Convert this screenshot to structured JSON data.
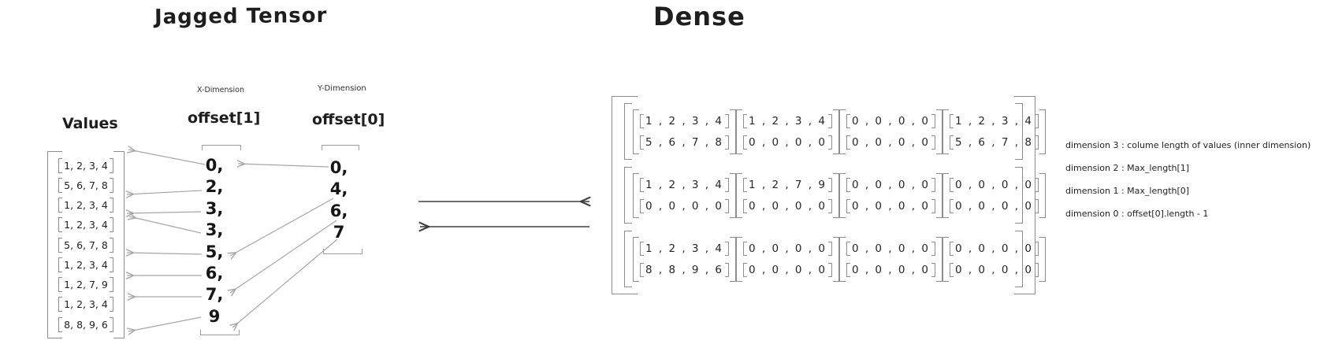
{
  "colors": {
    "ink": "#1e1e1e",
    "sketch_gray": "#8d8d8d",
    "arrow_gray": "#a6a6a6",
    "arrow_dark": "#3f3f3f"
  },
  "titles": {
    "jagged": "Jagged Tensor",
    "dense": "Dense"
  },
  "jagged": {
    "values_label": "Values",
    "x_dimension_label": "X-Dimension",
    "y_dimension_label": "Y-Dimension",
    "offset1_label": "offset[1]",
    "offset0_label": "offset[0]",
    "values_rows": [
      "1, 2, 3, 4",
      "5, 6, 7, 8",
      "1, 2, 3, 4",
      "1, 2, 3, 4",
      "5, 6, 7, 8",
      "1, 2, 3, 4",
      "1, 2, 7, 9",
      "1, 2, 3, 4",
      "8, 8, 9, 6"
    ],
    "offset1_values": [
      "0,",
      "2,",
      "3,",
      "3,",
      "5,",
      "6,",
      "7,",
      "9"
    ],
    "offset0_values": [
      "0,",
      "4,",
      "6,",
      "7"
    ]
  },
  "dense": {
    "rows": [
      {
        "blocks": [
          {
            "lines": [
              "1 , 2 , 3 , 4",
              "5 , 6 , 7 , 8"
            ]
          },
          {
            "lines": [
              "1 , 2 , 3 , 4",
              "0 , 0 , 0 , 0"
            ]
          },
          {
            "lines": [
              "0 , 0 , 0 , 0",
              "0 , 0 , 0 , 0"
            ]
          },
          {
            "lines": [
              "1 , 2 , 3 , 4",
              "5 , 6 , 7 , 8"
            ]
          }
        ]
      },
      {
        "blocks": [
          {
            "lines": [
              "1 , 2 , 3 , 4",
              "0 , 0 , 0 , 0"
            ]
          },
          {
            "lines": [
              "1 , 2 , 7 , 9",
              "0 , 0 , 0 , 0"
            ]
          },
          {
            "lines": [
              "0 , 0 , 0 , 0",
              "0 , 0 , 0 , 0"
            ]
          },
          {
            "lines": [
              "0 , 0 , 0 , 0",
              "0 , 0 , 0 , 0"
            ]
          }
        ]
      },
      {
        "blocks": [
          {
            "lines": [
              "1 , 2 , 3 , 4",
              "8 , 8 , 9 , 6"
            ]
          },
          {
            "lines": [
              "0 , 0 , 0 , 0",
              "0 , 0 , 0 , 0"
            ]
          },
          {
            "lines": [
              "0 , 0 , 0 , 0",
              "0 , 0 , 0 , 0"
            ]
          },
          {
            "lines": [
              "0 , 0 , 0 , 0",
              "0 , 0 , 0 , 0"
            ]
          }
        ]
      }
    ]
  },
  "annotations": [
    "dimension 3 : colume length of values (inner dimension)",
    "dimension 2 : Max_length[1]",
    "dimension 1 : Max_length[0]",
    "dimension 0 : offset[0].length - 1"
  ]
}
